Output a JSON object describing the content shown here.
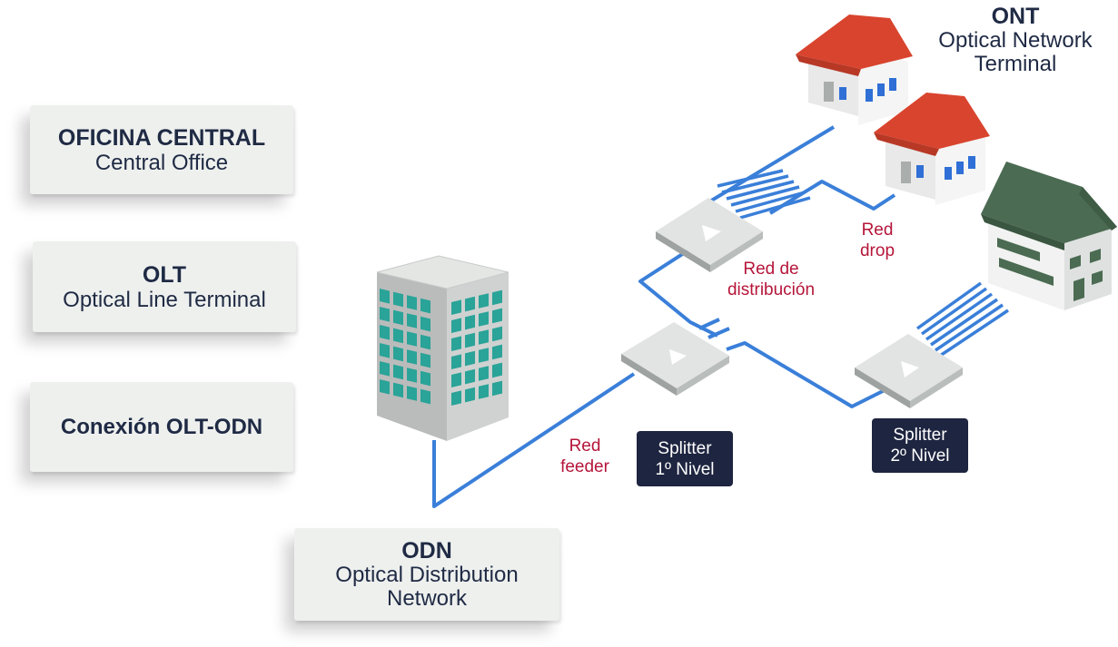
{
  "cards": {
    "oficina": {
      "title": "OFICINA CENTRAL",
      "subtitle": "Central Office"
    },
    "olt": {
      "title": "OLT",
      "subtitle": "Optical Line Terminal"
    },
    "conexion": {
      "title": "Conexión OLT-ODN"
    },
    "odn": {
      "title": "ODN",
      "subtitle_line1": "Optical Distribution",
      "subtitle_line2": "Network"
    }
  },
  "ont": {
    "title": "ONT",
    "subtitle_line1": "Optical Network",
    "subtitle_line2": "Terminal"
  },
  "labels": {
    "feeder": {
      "line1": "Red",
      "line2": "feeder"
    },
    "distribucion": {
      "line1": "Red de",
      "line2": "distribución"
    },
    "drop": {
      "line1": "Red",
      "line2": "drop"
    }
  },
  "splitters": {
    "nivel1": {
      "line1": "Splitter",
      "line2": "1º Nivel"
    },
    "nivel2": {
      "line1": "Splitter",
      "line2": "2º Nivel"
    }
  },
  "colors": {
    "fiber": "#3a7fd9",
    "red_text": "#b5163a",
    "dark_box": "#1e2540",
    "roof_red": "#d9442e",
    "roof_green": "#4b6b52",
    "window_teal": "#2aa398",
    "window_blue": "#2f6fd6"
  }
}
